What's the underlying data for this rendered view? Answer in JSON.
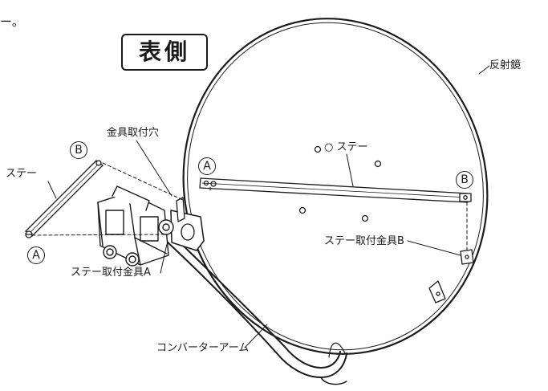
{
  "heading_fragment": "ー。",
  "side_title": "表側",
  "labels": {
    "reflector": "反射鏡",
    "mount_hole": "金具取付穴",
    "stay_left": "ステー",
    "stay_center": "○ ステー",
    "bracket_a": "ステー取付金具A",
    "bracket_b": "ステー取付金具B",
    "converter_arm": "コンバーターアーム"
  },
  "markers": {
    "a_left": "A",
    "b_left": "B",
    "a_center": "A",
    "b_right": "B"
  },
  "colors": {
    "line": "#1a1a1a",
    "background": "#ffffff"
  }
}
